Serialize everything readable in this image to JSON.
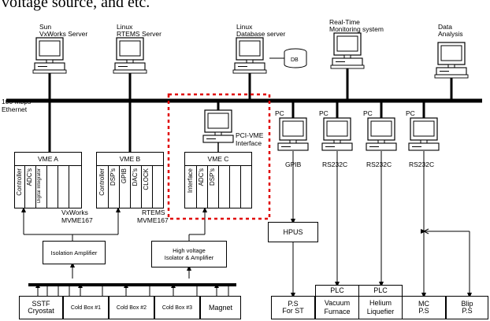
{
  "header_text": "voltage source, and etc.",
  "network": {
    "label_line1": "100 Mbps",
    "label_line2": "Ethernet"
  },
  "servers": [
    {
      "line1": "Sun",
      "line2": "VxWorks Server"
    },
    {
      "line1": "Linux",
      "line2": "RTEMS Server"
    },
    {
      "line1": "Linux",
      "line2": "Database server"
    },
    {
      "line1": "Real-Time",
      "line2": "Monitoring system"
    },
    {
      "line1": "Data",
      "line2": "Analysis"
    }
  ],
  "db_label": "DB",
  "pci_vme": {
    "line1": "PCI-VME",
    "line2": "Interface"
  },
  "pcs": [
    {
      "label": "PC",
      "interface": "GPIB"
    },
    {
      "label": "PC",
      "interface": "RS232C"
    },
    {
      "label": "PC",
      "interface": "RS232C"
    },
    {
      "label": "PC",
      "interface": "RS232C"
    }
  ],
  "vme": [
    {
      "title": "VME A",
      "cards": [
        "Controller",
        "ADC's",
        "Digital Integrator"
      ],
      "os": "VxWorks",
      "cpu": "MVME167"
    },
    {
      "title": "VME B",
      "cards": [
        "Controller",
        "DSP's",
        "GPIB",
        "DAC's",
        "CLOCK"
      ],
      "os": "RTEMS",
      "cpu": "MVME167"
    },
    {
      "title": "VME C",
      "cards": [
        "Interface",
        "ADC's",
        "DSP's"
      ]
    }
  ],
  "amplifiers": {
    "isolation": "Isolation Amplifier",
    "hv_line1": "High voltage",
    "hv_line2": "Isolator & Amplifier"
  },
  "hpus": "HPUS",
  "bottom_left": [
    {
      "line1": "SSTF",
      "line2": "Cryostat"
    },
    {
      "line1": "Cold Box #1",
      "line2": ""
    },
    {
      "line1": "Cold Box #2",
      "line2": ""
    },
    {
      "line1": "Cold Box #3",
      "line2": ""
    },
    {
      "line1": "Magnet",
      "line2": ""
    }
  ],
  "plc": [
    {
      "label": "PLC",
      "line1": "Vacuum",
      "line2": "Furnace"
    },
    {
      "label": "PLC",
      "line1": "Helium",
      "line2": "Liquefier"
    }
  ],
  "bottom_right": [
    {
      "line1": "P.S",
      "line2": "For ST"
    },
    {
      "line1": "MC",
      "line2": "P.S"
    },
    {
      "line1": "Blip",
      "line2": "P.S"
    }
  ]
}
